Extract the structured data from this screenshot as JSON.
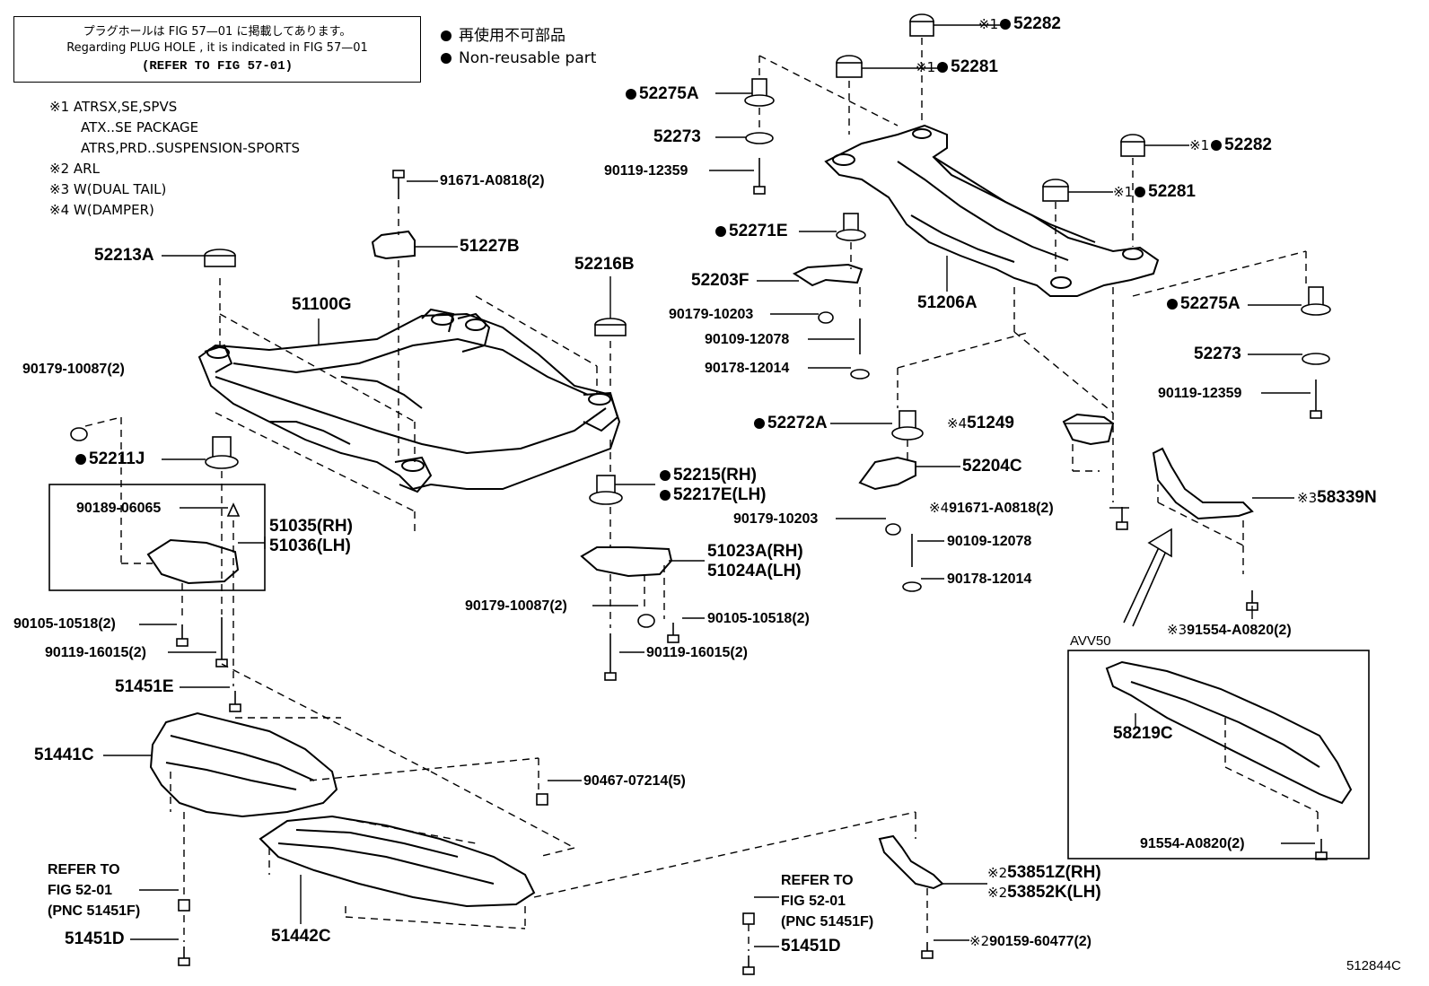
{
  "header_box": {
    "line1": "プラグホールは FIG 57—01 に掲載してあります。",
    "line2": "Regarding PLUG HOLE , it is indicated in FIG 57—01",
    "line3": "(REFER TO FIG 57-01)"
  },
  "legend": {
    "jp": "再使用不可部品",
    "en": "Non-reusable part"
  },
  "notes": [
    "※1 ATRSX,SE,SPVS",
    "ATX..SE PACKAGE",
    "ATRS,PRD..SUSPENSION-SPORTS",
    "※2 ARL",
    "※3 W(DUAL TAIL)",
    "※4 W(DAMPER)"
  ],
  "labels": [
    {
      "id": "l01",
      "mark": "※1",
      "dot": true,
      "text": "52282"
    },
    {
      "id": "l02",
      "mark": "※1",
      "dot": true,
      "text": "52281"
    },
    {
      "id": "l03",
      "mark": "",
      "dot": true,
      "text": "52275A"
    },
    {
      "id": "l04",
      "mark": "",
      "dot": false,
      "text": "52273"
    },
    {
      "id": "l05",
      "mark": "",
      "dot": false,
      "text": "90119-12359"
    },
    {
      "id": "l06",
      "mark": "※1",
      "dot": true,
      "text": "52282"
    },
    {
      "id": "l07",
      "mark": "※1",
      "dot": true,
      "text": "52281"
    },
    {
      "id": "l08",
      "mark": "",
      "dot": true,
      "text": "52271E"
    },
    {
      "id": "l09",
      "mark": "",
      "dot": false,
      "text": "52203F"
    },
    {
      "id": "l10",
      "mark": "",
      "dot": false,
      "text": "90179-10203"
    },
    {
      "id": "l11",
      "mark": "",
      "dot": false,
      "text": "90109-12078"
    },
    {
      "id": "l12",
      "mark": "",
      "dot": false,
      "text": "90178-12014"
    },
    {
      "id": "l13",
      "mark": "",
      "dot": false,
      "text": "51206A"
    },
    {
      "id": "l14",
      "mark": "",
      "dot": true,
      "text": "52275A"
    },
    {
      "id": "l15",
      "mark": "",
      "dot": false,
      "text": "52273"
    },
    {
      "id": "l16",
      "mark": "",
      "dot": false,
      "text": "90119-12359"
    },
    {
      "id": "l17",
      "mark": "",
      "dot": false,
      "text": "91671-A0818(2)"
    },
    {
      "id": "l18",
      "mark": "",
      "dot": false,
      "text": "51227B"
    },
    {
      "id": "l19",
      "mark": "",
      "dot": false,
      "text": "52213A"
    },
    {
      "id": "l20",
      "mark": "",
      "dot": false,
      "text": "52216B"
    },
    {
      "id": "l21",
      "mark": "",
      "dot": false,
      "text": "51100G"
    },
    {
      "id": "l22",
      "mark": "",
      "dot": false,
      "text": "90179-10087(2)"
    },
    {
      "id": "l23",
      "mark": "",
      "dot": true,
      "text": "52211J"
    },
    {
      "id": "l24",
      "mark": "",
      "dot": false,
      "text": "90189-06065"
    },
    {
      "id": "l25",
      "mark": "",
      "dot": false,
      "text": "51035(RH)"
    },
    {
      "id": "l26",
      "mark": "",
      "dot": false,
      "text": "51036(LH)"
    },
    {
      "id": "l27",
      "mark": "",
      "dot": true,
      "text": "52272A"
    },
    {
      "id": "l28",
      "mark": "※4",
      "dot": false,
      "text": "51249"
    },
    {
      "id": "l29",
      "mark": "",
      "dot": false,
      "text": "52204C"
    },
    {
      "id": "l30",
      "mark": "",
      "dot": false,
      "text": "90179-10203"
    },
    {
      "id": "l31",
      "mark": "※4",
      "dot": false,
      "text": "91671-A0818(2)"
    },
    {
      "id": "l32",
      "mark": "",
      "dot": false,
      "text": "90109-12078"
    },
    {
      "id": "l33",
      "mark": "",
      "dot": false,
      "text": "90178-12014"
    },
    {
      "id": "l34",
      "mark": "※3",
      "dot": false,
      "text": "58339N"
    },
    {
      "id": "l35",
      "mark": "※3",
      "dot": false,
      "text": "91554-A0820(2)"
    },
    {
      "id": "l36",
      "mark": "",
      "dot": true,
      "text": "52215(RH)"
    },
    {
      "id": "l37",
      "mark": "",
      "dot": true,
      "text": "52217E(LH)"
    },
    {
      "id": "l38",
      "mark": "",
      "dot": false,
      "text": "51023A(RH)"
    },
    {
      "id": "l39",
      "mark": "",
      "dot": false,
      "text": "51024A(LH)"
    },
    {
      "id": "l40",
      "mark": "",
      "dot": false,
      "text": "90179-10087(2)"
    },
    {
      "id": "l41",
      "mark": "",
      "dot": false,
      "text": "90105-10518(2)"
    },
    {
      "id": "l42",
      "mark": "",
      "dot": false,
      "text": "90119-16015(2)"
    },
    {
      "id": "l43",
      "mark": "",
      "dot": false,
      "text": "90105-10518(2)"
    },
    {
      "id": "l44",
      "mark": "",
      "dot": false,
      "text": "90119-16015(2)"
    },
    {
      "id": "l45",
      "mark": "",
      "dot": false,
      "text": "51451E"
    },
    {
      "id": "l46",
      "mark": "",
      "dot": false,
      "text": "51441C"
    },
    {
      "id": "l47",
      "mark": "",
      "dot": false,
      "text": "90467-07214(5)"
    },
    {
      "id": "l48",
      "mark": "",
      "dot": false,
      "text": "58219C"
    },
    {
      "id": "l49",
      "mark": "",
      "dot": false,
      "text": "91554-A0820(2)"
    },
    {
      "id": "l50",
      "mark": "",
      "dot": false,
      "text": "REFER TO"
    },
    {
      "id": "l51",
      "mark": "",
      "dot": false,
      "text": "FIG 52-01"
    },
    {
      "id": "l52",
      "mark": "",
      "dot": false,
      "text": "(PNC 51451F)"
    },
    {
      "id": "l53",
      "mark": "",
      "dot": false,
      "text": "51451D"
    },
    {
      "id": "l54",
      "mark": "",
      "dot": false,
      "text": "51442C"
    },
    {
      "id": "l55",
      "mark": "",
      "dot": false,
      "text": "REFER TO"
    },
    {
      "id": "l56",
      "mark": "",
      "dot": false,
      "text": "FIG 52-01"
    },
    {
      "id": "l57",
      "mark": "",
      "dot": false,
      "text": "(PNC 51451F)"
    },
    {
      "id": "l58",
      "mark": "",
      "dot": false,
      "text": "51451D"
    },
    {
      "id": "l59",
      "mark": "※2",
      "dot": false,
      "text": "53851Z(RH)"
    },
    {
      "id": "l60",
      "mark": "※2",
      "dot": false,
      "text": "53852K(LH)"
    },
    {
      "id": "l61",
      "mark": "※2",
      "dot": false,
      "text": "90159-60477(2)"
    }
  ],
  "avv_label": "AVV50",
  "figure_code": "512844C"
}
